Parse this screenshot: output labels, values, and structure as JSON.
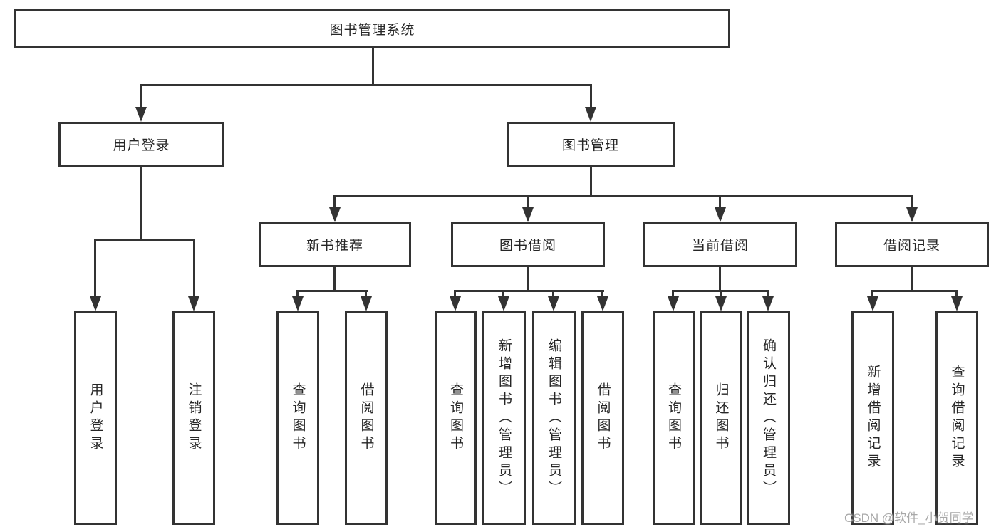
{
  "tree": {
    "root": {
      "label": "图书管理系统",
      "children": [
        {
          "label": "用户登录",
          "children": [
            {
              "label": "用户登录"
            },
            {
              "label": "注销登录"
            }
          ]
        },
        {
          "label": "图书管理",
          "children": [
            {
              "label": "新书推荐",
              "children": [
                {
                  "label": "查询图书"
                },
                {
                  "label": "借阅图书"
                }
              ]
            },
            {
              "label": "图书借阅",
              "children": [
                {
                  "label": "查询图书"
                },
                {
                  "label": "新增图书（管理员）"
                },
                {
                  "label": "编辑图书（管理员）"
                },
                {
                  "label": "借阅图书"
                }
              ]
            },
            {
              "label": "当前借阅",
              "children": [
                {
                  "label": "查询图书"
                },
                {
                  "label": "归还图书"
                },
                {
                  "label": "确认归还（管理员）"
                }
              ]
            },
            {
              "label": "借阅记录",
              "children": [
                {
                  "label": "新增借阅记录"
                },
                {
                  "label": "查询借阅记录"
                }
              ]
            }
          ]
        }
      ]
    }
  },
  "watermark": {
    "text": "CSDN @软件_小贺同学"
  },
  "colors": {
    "line": "#333333",
    "text": "#262626",
    "background": "#ffffff",
    "watermark": "#a8a8a8"
  }
}
